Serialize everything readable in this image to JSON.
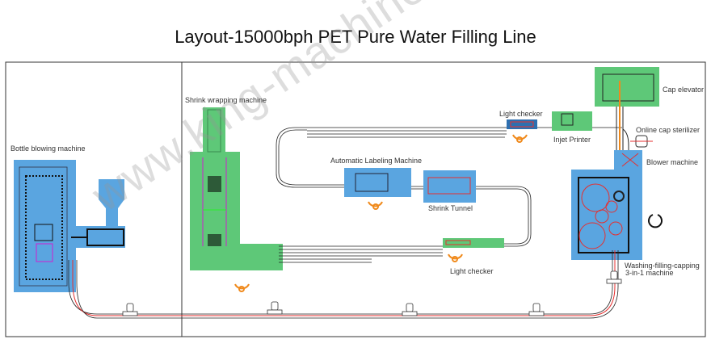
{
  "title": "Layout-15000bph PET Pure Water Filling Line",
  "watermark": "www.king-machine.com",
  "labels": {
    "bottle_blowing": "Bottle blowing machine",
    "shrink_wrapping": "Shrink wrapping machine",
    "auto_labeling": "Automatic Labeling Machine",
    "shrink_tunnel": "Shrink Tunnel",
    "light_checker_top": "Light checker",
    "light_checker_bottom": "Light checker",
    "inkjet_printer": "Injet Printer",
    "cap_elevator": "Cap elevator",
    "cap_sterilizer": "Online cap sterilizer",
    "blower": "Blower machine",
    "filler_line1": "Washing-filling-capping",
    "filler_line2": "3-in-1 machine"
  },
  "colors": {
    "blue_zone": "#5aa5e0",
    "green_zone": "#5ec878",
    "conveyor_red": "#e53030",
    "operator_orange": "#f08a1c"
  }
}
